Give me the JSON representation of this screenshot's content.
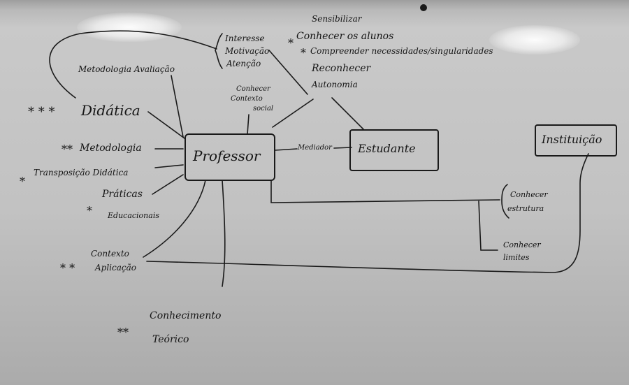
{
  "diagram": {
    "nodes": {
      "professor": "Professor",
      "estudante": "Estudante",
      "instituicao": "Instituição"
    },
    "interesse_group": [
      "Interesse",
      "Motivação",
      "Atenção"
    ],
    "sensibilizar": {
      "title": "Sensibilizar",
      "items": [
        "Conhecer os alunos",
        "Compreender necessidades/singularidades",
        "Reconhecer",
        "Autonomia"
      ],
      "stars": [
        "*",
        "*"
      ]
    },
    "left_items": [
      {
        "stars": "",
        "label": "Metodologia Avaliação"
      },
      {
        "stars": "* * *",
        "label": "Didática"
      },
      {
        "stars": "**",
        "label": "Metodologia"
      },
      {
        "stars": "*",
        "label": "Transposição Didática"
      },
      {
        "stars": "*",
        "label": "Práticas",
        "sub": "Educacionais"
      },
      {
        "stars": "* *",
        "label": "Contexto",
        "sub": "Aplicação"
      },
      {
        "stars": "**",
        "label": "Conhecimento",
        "sub": "Teórico"
      }
    ],
    "connector_labels": {
      "conhecer_contexto": [
        "Conhecer",
        "Contexto",
        "social"
      ],
      "mediador": "Mediador",
      "conhecer_estrutura": [
        "Conhecer",
        "estrutura"
      ],
      "conhecer_limites": [
        "Conhecer",
        "limites"
      ]
    }
  }
}
